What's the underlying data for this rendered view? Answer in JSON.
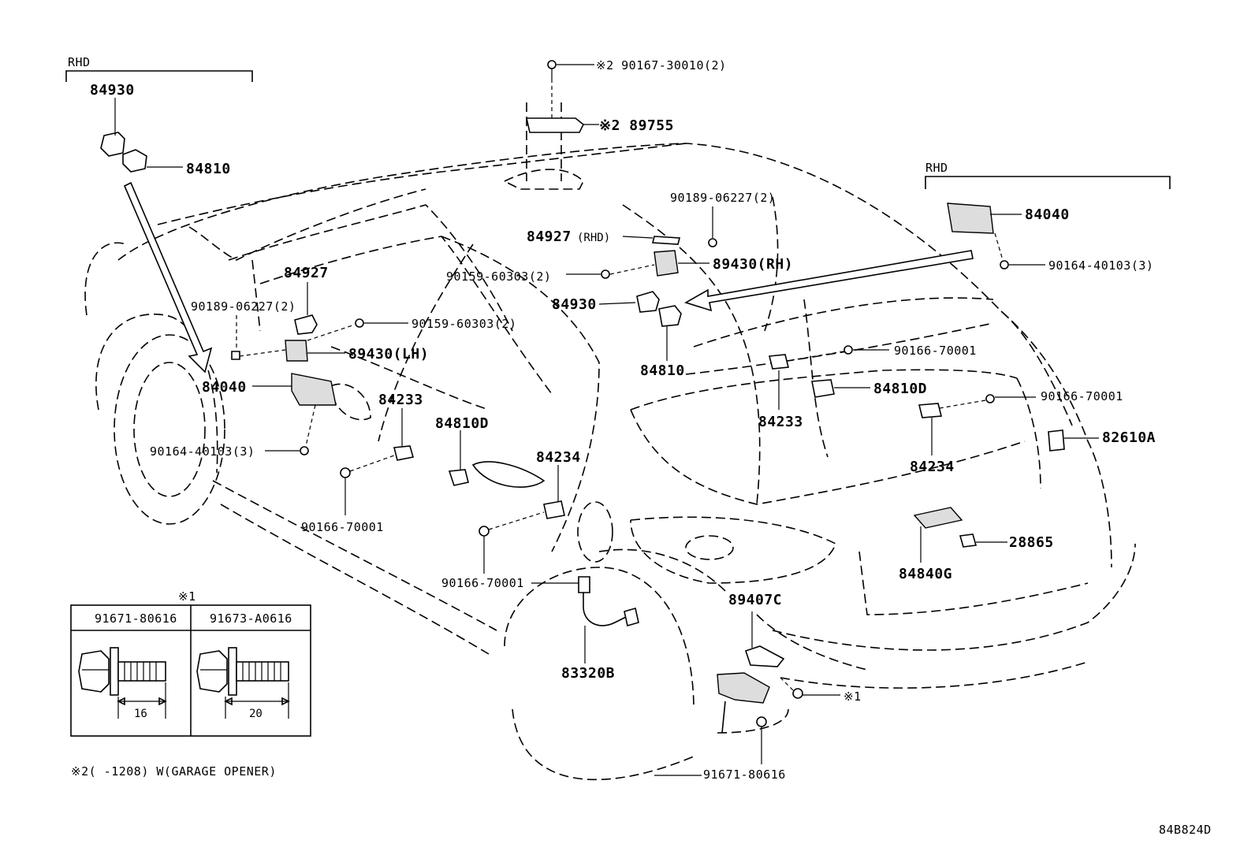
{
  "diagram_id": "84B824D",
  "footnote": "※2(    -1208) W(GARAGE OPENER)",
  "rhd_left": "RHD",
  "rhd_right": "RHD",
  "inset": {
    "header": "※1",
    "col1_part": "91671-80616",
    "col2_part": "91673-A0616",
    "col1_dim": "16",
    "col2_dim": "20"
  },
  "labels": {
    "p84930_top": "84930",
    "p84810_top": "84810",
    "p90167": "※2 90167-30010(2)",
    "p89755": "※2 89755",
    "p90189_right": "90189-06227(2)",
    "p84927_rhd": "84927",
    "p84927_rhd_suffix": "(RHD)",
    "p89430_rh": "89430(RH)",
    "p90159_center": "90159-60303(2)",
    "p84930_center": "84930",
    "p84810_center": "84810",
    "p84927_left": "84927",
    "p90189_left": "90189-06227(2)",
    "p90159_left": "90159-60303(2)",
    "p89430_lh": "89430(LH)",
    "p84040_left": "84040",
    "p84233_left": "84233",
    "p84810d_left": "84810D",
    "p90164_left": "90164-40103(3)",
    "p84234_center": "84234",
    "p90166_left": "90166-70001",
    "p90166_center": "90166-70001",
    "p83320b": "83320B",
    "p84040_right": "84040",
    "p90164_right": "90164-40103(3)",
    "p90166_right1": "90166-70001",
    "p84810d_right": "84810D",
    "p84233_right": "84233",
    "p90166_right2": "90166-70001",
    "p82610a": "82610A",
    "p84234_right": "84234",
    "p28865": "28865",
    "p84840g": "84840G",
    "p89407c": "89407C",
    "p_note1": "※1",
    "p91671": "91671-80616"
  }
}
